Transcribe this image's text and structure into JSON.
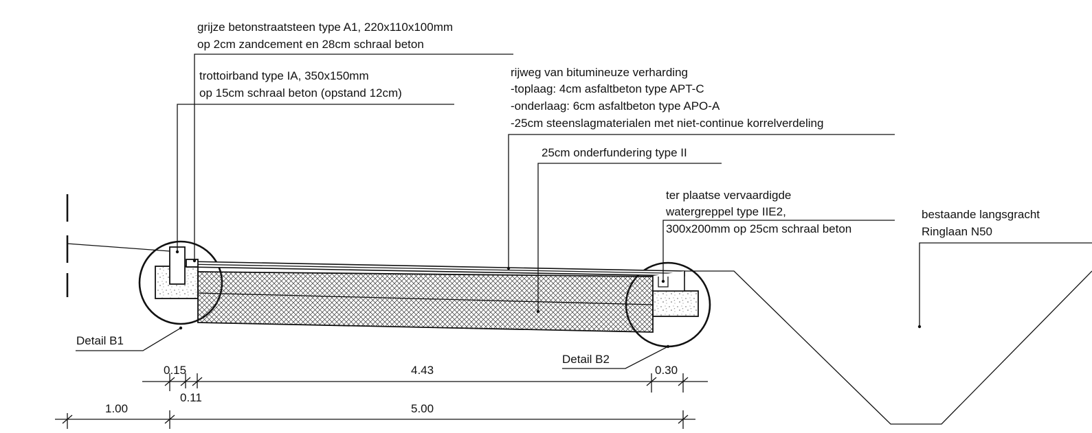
{
  "labels": {
    "paving_stone": {
      "line1": "grijze betonstraatsteen type A1, 220x110x100mm",
      "line2": "op 2cm zandcement en 28cm schraal beton"
    },
    "curb": {
      "line1": "trottoirband type IA, 350x150mm",
      "line2": "op 15cm schraal beton (opstand 12cm)"
    },
    "roadway": {
      "line1": "rijweg van bitumineuze verharding",
      "line2": "-toplaag: 4cm asfaltbeton type APT-C",
      "line3": "-onderlaag: 6cm asfaltbeton type APO-A",
      "line4": "-25cm steenslagmaterialen met niet-continue korrelverdeling"
    },
    "subbase": {
      "line1": "25cm onderfundering type II"
    },
    "gutter": {
      "line1": "ter plaatse vervaardigde",
      "line2": "watergreppel type IIE2,",
      "line3": "300x200mm op 25cm schraal beton"
    },
    "ditch": {
      "line1": "bestaande langsgracht",
      "line2": "Ringlaan N50"
    },
    "detail_b1": "Detail B1",
    "detail_b2": "Detail B2"
  },
  "dimensions": {
    "row1": {
      "curb_width": "0.15",
      "roadway_width": "4.43",
      "gutter_width": "0.30"
    },
    "gap": "0.11",
    "row2": {
      "left_width": "1.00",
      "total_width": "5.00"
    }
  },
  "colors": {
    "line": "#111111",
    "background": "#ffffff"
  }
}
